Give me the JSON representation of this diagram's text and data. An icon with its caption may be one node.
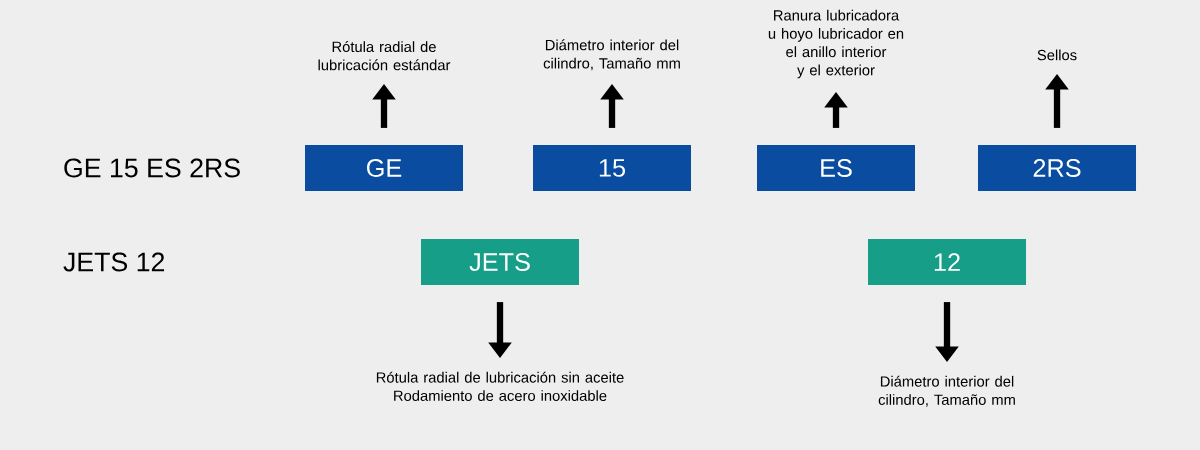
{
  "diagram": {
    "nodes": [
      {
        "text": [
          "GE"
        ]
      },
      {
        "text": [
          "15"
        ]
      },
      {
        "text": [
          "ES"
        ]
      },
      {
        "text": [
          "2RS"
        ]
      },
      {
        "text": [
          "JETS"
        ]
      },
      {
        "text": [
          "12"
        ]
      },
      {
        "text": [
          "Rótula radial de lubricación estándar"
        ]
      },
      {
        "text": [
          "Diámetro interior del cilindro, Tamaño mm"
        ]
      },
      {
        "text": [
          "Ranura lubricadora u hoyo lubricador en el anillo interior y el exterior"
        ]
      },
      {
        "text": [
          "Sellos"
        ]
      },
      {
        "text": [
          "Rótula radial de lubricación sin aceite Rodamiento de acero inoxidable"
        ]
      },
      {
        "text": [
          "Diámetro interior del cilindro, Tamaño mm"
        ]
      }
    ],
    "edges": [
      {
        "from": 0,
        "to": 6,
        "arrow": "to"
      },
      {
        "from": 1,
        "to": 7,
        "arrow": "to"
      },
      {
        "from": 2,
        "to": 8,
        "arrow": "to"
      },
      {
        "from": 3,
        "to": 9,
        "arrow": "to"
      },
      {
        "from": 4,
        "to": 10,
        "arrow": "to"
      },
      {
        "from": 5,
        "to": 11,
        "arrow": "to"
      }
    ],
    "labels": [
      "GE 15 ES 2RS",
      "JETS 12"
    ]
  }
}
